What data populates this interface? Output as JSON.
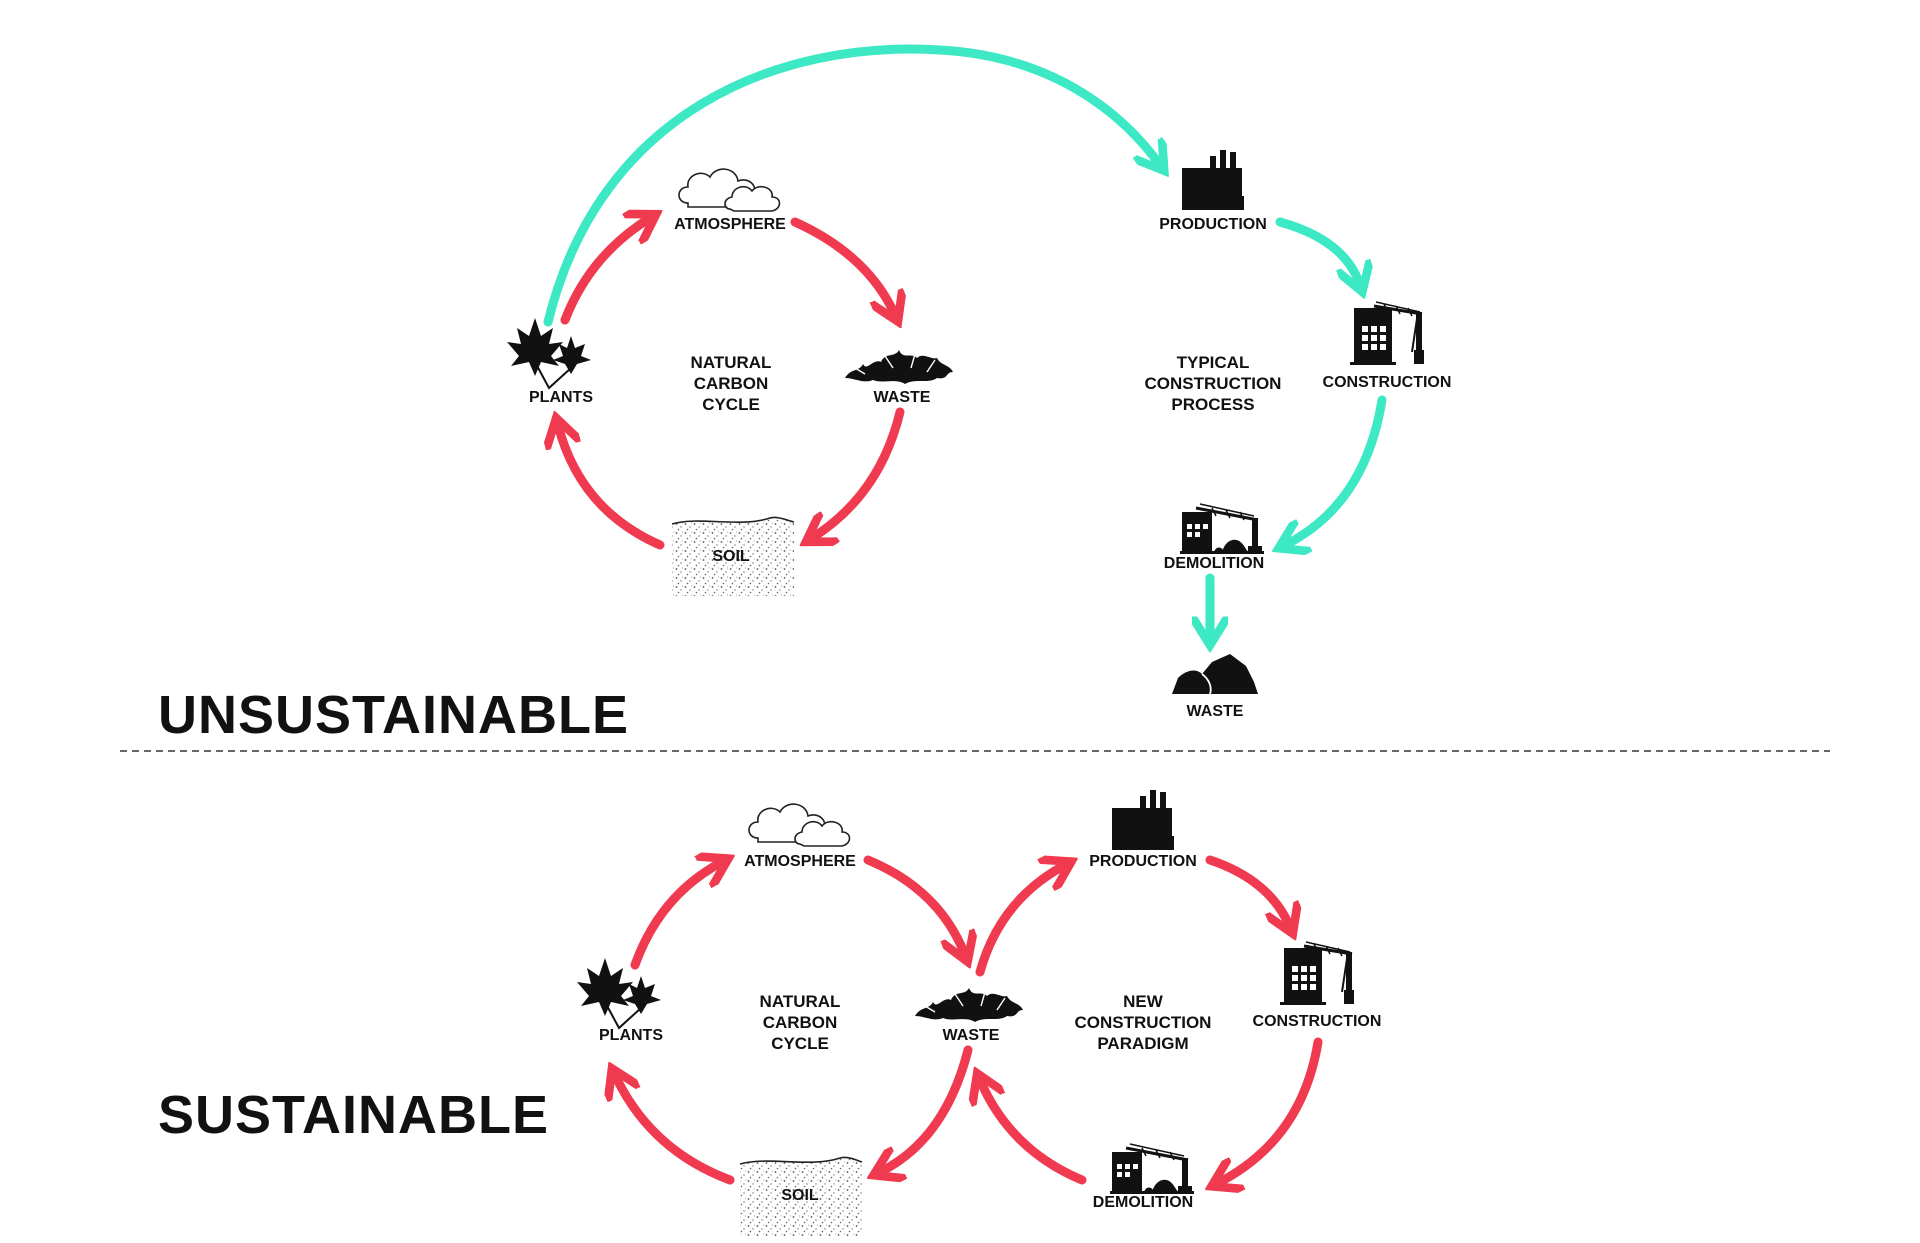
{
  "colors": {
    "natural_arrow": "#f03a4f",
    "linear_arrow": "#3de8c4",
    "ink": "#111111",
    "divider": "#333333"
  },
  "unsustainable": {
    "title": "UNSUSTAINABLE",
    "natural_cycle": {
      "center_lines": [
        "NATURAL",
        "CARBON",
        "CYCLE"
      ],
      "atmosphere": "ATMOSPHERE",
      "waste": "WASTE",
      "soil": "SOIL",
      "plants": "PLANTS"
    },
    "construction": {
      "center_lines": [
        "TYPICAL",
        "CONSTRUCTION",
        "PROCESS"
      ],
      "production": "PRODUCTION",
      "construction": "CONSTRUCTION",
      "demolition": "DEMOLITION",
      "waste": "WASTE"
    }
  },
  "sustainable": {
    "title": "SUSTAINABLE",
    "natural_cycle": {
      "center_lines": [
        "NATURAL",
        "CARBON",
        "CYCLE"
      ],
      "atmosphere": "ATMOSPHERE",
      "waste": "WASTE",
      "soil": "SOIL",
      "plants": "PLANTS"
    },
    "construction": {
      "center_lines": [
        "NEW",
        "CONSTRUCTION",
        "PARADIGM"
      ],
      "production": "PRODUCTION",
      "construction": "CONSTRUCTION",
      "demolition": "DEMOLITION"
    }
  }
}
